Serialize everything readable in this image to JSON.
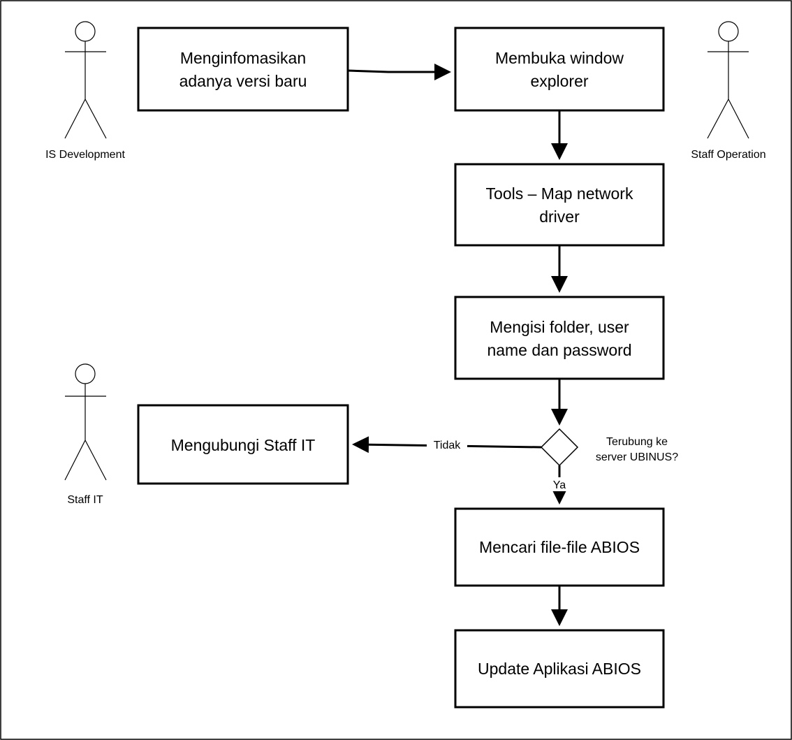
{
  "actors": {
    "is_development": "IS Development",
    "staff_operation": "Staff Operation",
    "staff_it": "Staff IT"
  },
  "steps": {
    "inform": [
      "Menginfomasikan",
      "adanya versi baru"
    ],
    "open_explorer": [
      "Membuka window",
      "explorer"
    ],
    "map_network": [
      "Tools – Map network",
      "driver"
    ],
    "fill_credentials": [
      "Mengisi folder, user",
      "name dan password"
    ],
    "contact_it": "Mengubungi Staff IT",
    "find_files": "Mencari file-file ABIOS",
    "update_app": "Update Aplikasi ABIOS"
  },
  "decision": {
    "question": [
      "Terubung ke",
      "server UBINUS?"
    ],
    "no_label": "Tidak",
    "yes_label": "Ya"
  }
}
